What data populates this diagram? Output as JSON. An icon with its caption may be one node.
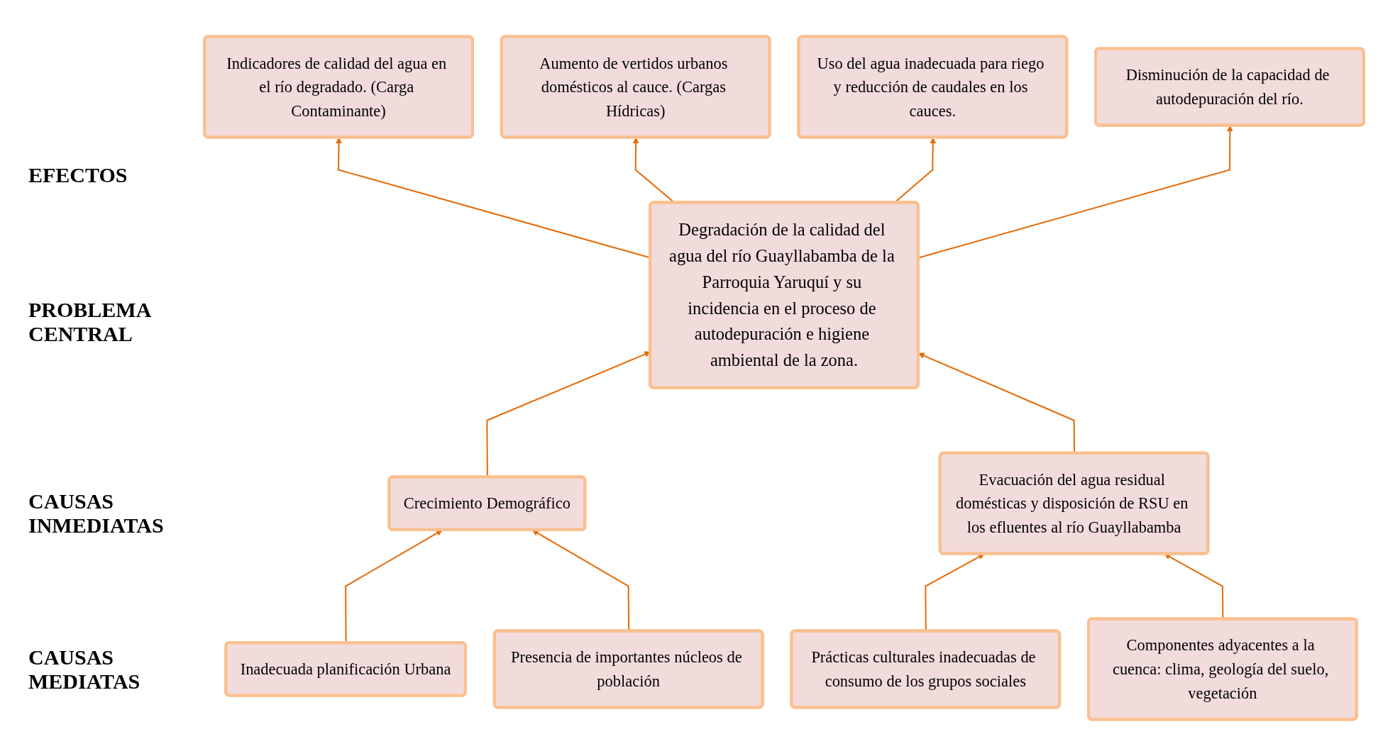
{
  "diagram": {
    "nodes": [
      {
        "text": [
          "Indicadores de calidad del agua en el río degradado. (Carga Contaminante)"
        ]
      },
      {
        "text": [
          "Aumento de vertidos urbanos domésticos al cauce. (Cargas Hídricas)"
        ]
      },
      {
        "text": [
          "Uso del agua inadecuada para riego y reducción de caudales en los cauces."
        ]
      },
      {
        "text": [
          "Disminución de la capacidad de autodepuración del río."
        ]
      },
      {
        "text": [
          "Degradación de la calidad del agua del río Guayllabamba de la Parroquia Yaruquí y su incidencia en el proceso de autodepuración e higiene ambiental de la zona."
        ]
      },
      {
        "text": [
          "Crecimiento Demográfico"
        ]
      },
      {
        "text": [
          "Evacuación del agua residual domésticas y disposición de RSU en los efluentes al río Guayllabamba"
        ]
      },
      {
        "text": [
          "Inadecuada planificación Urbana"
        ]
      },
      {
        "text": [
          "Presencia de importantes núcleos de población"
        ]
      },
      {
        "text": [
          "Prácticas culturales inadecuadas de consumo de los grupos sociales"
        ]
      },
      {
        "text": [
          "Componentes adyacentes a la cuenca: clima, geología del suelo, vegetación"
        ]
      }
    ],
    "edges": [
      {
        "from": 4,
        "to": 0,
        "arrow": "to",
        "color": "#e36c0a"
      },
      {
        "from": 4,
        "to": 1,
        "arrow": "to",
        "color": "#e36c0a"
      },
      {
        "from": 4,
        "to": 2,
        "arrow": "to",
        "color": "#e36c0a"
      },
      {
        "from": 4,
        "to": 3,
        "arrow": "to",
        "color": "#e36c0a"
      },
      {
        "from": 5,
        "to": 4,
        "arrow": "to",
        "color": "#e36c0a"
      },
      {
        "from": 6,
        "to": 4,
        "arrow": "to",
        "color": "#e36c0a"
      },
      {
        "from": 7,
        "to": 5,
        "arrow": "to",
        "color": "#e36c0a"
      },
      {
        "from": 8,
        "to": 5,
        "arrow": "to",
        "color": "#e36c0a"
      },
      {
        "from": 9,
        "to": 6,
        "arrow": "to",
        "color": "#e36c0a"
      },
      {
        "from": 10,
        "to": 6,
        "arrow": "to",
        "color": "#e36c0a"
      }
    ],
    "labels": [
      "EFECTOS",
      "PROBLEMA CENTRAL",
      "CAUSAS INMEDIATAS",
      "CAUSAS MEDIATAS"
    ]
  }
}
